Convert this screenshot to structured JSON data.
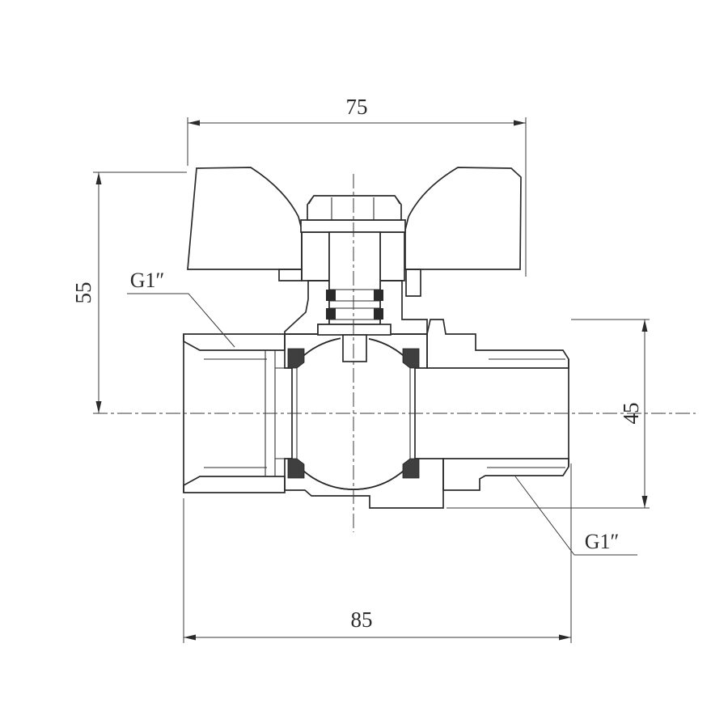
{
  "drawing": {
    "colors": {
      "background": "#ffffff",
      "ink": "#2b2b2b",
      "hatch": "#4f4f4f",
      "seal": "#3f3f3f"
    }
  },
  "dimensions": {
    "top": {
      "label": "75"
    },
    "left": {
      "label": "55"
    },
    "right": {
      "label": "45"
    },
    "bottom": {
      "label": "85"
    }
  },
  "thread_labels": {
    "left_port": "G1″",
    "right_port": "G1″"
  }
}
